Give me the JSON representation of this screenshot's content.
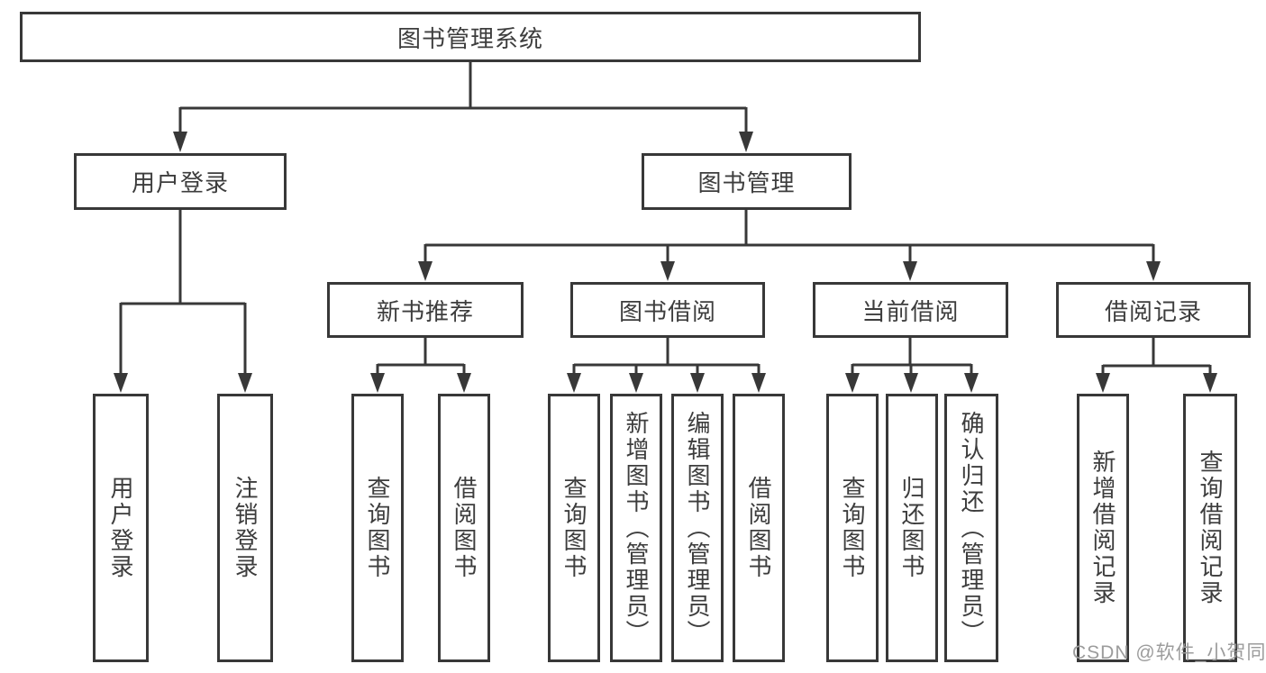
{
  "tree": {
    "root": "图书管理系统",
    "branches": [
      {
        "label": "用户登录",
        "leaves": [
          "用户登录",
          "注销登录"
        ]
      },
      {
        "label": "图书管理",
        "groups": [
          {
            "label": "新书推荐",
            "leaves": [
              "查询图书",
              "借阅图书"
            ]
          },
          {
            "label": "图书借阅",
            "leaves": [
              "查询图书",
              "新增图书（管理员）",
              "编辑图书（管理员）",
              "借阅图书"
            ]
          },
          {
            "label": "当前借阅",
            "leaves": [
              "查询图书",
              "归还图书",
              "确认归还（管理员）"
            ]
          },
          {
            "label": "借阅记录",
            "leaves": [
              "新增借阅记录",
              "查询借阅记录"
            ]
          }
        ]
      }
    ]
  },
  "watermark": "CSDN @软件_小贺同学",
  "colors": {
    "line": "#383838",
    "text": "#3d3d3d",
    "box_fill": "#ffffff",
    "background": "#ffffff",
    "watermark": "#9c9c9c"
  }
}
